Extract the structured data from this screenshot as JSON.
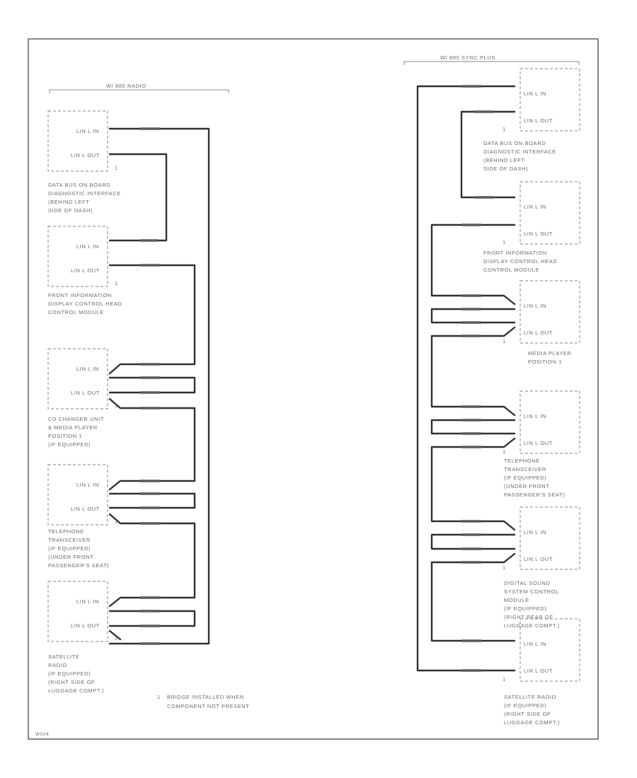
{
  "figure_code": "W004",
  "left": {
    "title": "W/ 880 RADIO",
    "modules": [
      {
        "in_label": "LIN L IN",
        "out_label": "LIN L OUT",
        "marker": "1",
        "description": [
          "DATA BUS ON BOARD",
          "DIAGNOSTIC INTERFACE",
          "(BEHIND LEFT",
          "SIDE OF DASH)"
        ]
      },
      {
        "in_label": "LIN L IN",
        "out_label": "LIN L OUT",
        "marker": "1",
        "description": [
          "FRONT INFORMATION",
          "DISPLAY CONTROL HEAD",
          "CONTROL MODULE"
        ]
      },
      {
        "in_label": "LIN L IN",
        "out_label": "LIN L OUT",
        "marker": "1",
        "description": [
          "CD CHANGER UNIT",
          "& MEDIA PLAYER",
          "POSITION 1",
          "(IF EQUIPPED)"
        ]
      },
      {
        "in_label": "LIN L IN",
        "out_label": "LIN L OUT",
        "marker": "1",
        "description": [
          "TELEPHONE",
          "TRANSCEIVER",
          "(IF EQUIPPED)",
          "(UNDER FRONT",
          "PASSENGER'S SEAT)"
        ]
      },
      {
        "in_label": "LIN L IN",
        "out_label": "LIN L OUT",
        "marker": "1",
        "description": [
          "SATELLITE",
          "RADIO",
          "(IF EQUIPPED)",
          "(RIGHT SIDE OF",
          "LUGGAGE COMPT.)"
        ]
      }
    ]
  },
  "right": {
    "title": "W/ 880 SYNC PLUS",
    "modules": [
      {
        "in_label": "LIN L IN",
        "out_label": "LIN L OUT",
        "marker": "1",
        "description": [
          "DATA BUS ON BOARD",
          "DIAGNOSTIC INTERFACE",
          "(BEHIND LEFT",
          "SIDE OF DASH)"
        ]
      },
      {
        "in_label": "LIN L IN",
        "out_label": "LIN L OUT",
        "marker": "1",
        "description": [
          "FRONT INFORMATION",
          "DISPLAY CONTROL HEAD",
          "CONTROL MODULE"
        ]
      },
      {
        "in_label": "LIN L IN",
        "out_label": "LIN L OUT",
        "marker": "1",
        "description": [
          "MEDIA PLAYER",
          "POSITION 1"
        ]
      },
      {
        "in_label": "LIN L IN",
        "out_label": "LIN L OUT",
        "marker": "1",
        "description": [
          "TELEPHONE",
          "TRANSCEIVER",
          "(IF EQUIPPED)",
          "(UNDER FRONT",
          "PASSENGER'S SEAT)"
        ]
      },
      {
        "in_label": "LIN L IN",
        "out_label": "LIN L OUT",
        "marker": "1",
        "description": [
          "DIGITAL SOUND",
          "SYSTEM CONTROL",
          "MODULE",
          "(IF EQUIPPED)",
          "(RIGHT REAR OF",
          "LUGGAGE COMPT.)"
        ]
      },
      {
        "in_label": "LIN L IN",
        "out_label": "LIN L OUT",
        "marker": "1",
        "description": [
          "SATELLITE RADIO",
          "(IF EQUIPPED)",
          "(RIGHT SIDE OF",
          "LUGGAGE COMPT.)"
        ]
      }
    ]
  },
  "legend": {
    "marker": "1",
    "lines": [
      "BRIDGE INSTALLED WHEN",
      "COMPONENT NOT PRESENT"
    ]
  }
}
